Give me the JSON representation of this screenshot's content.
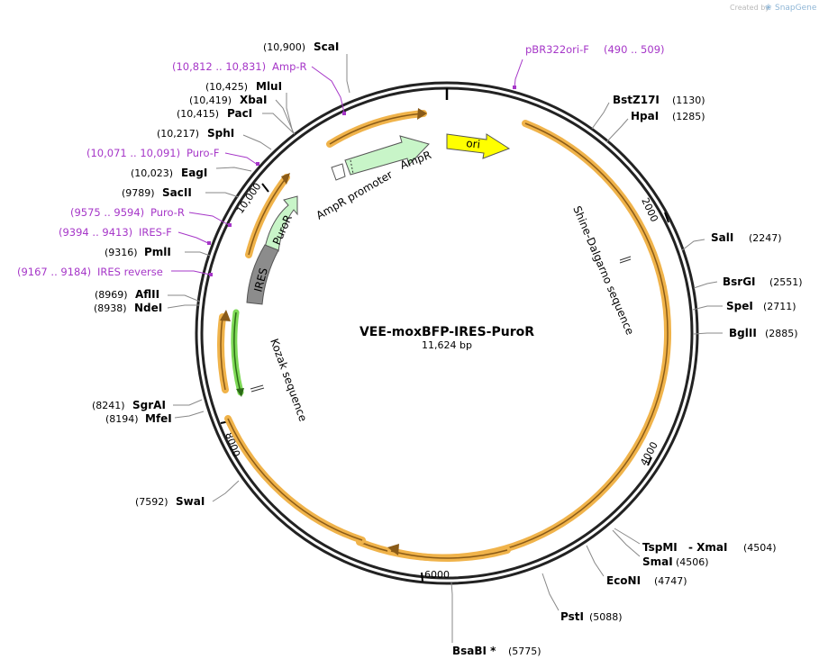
{
  "credit": {
    "prefix": "Created by",
    "brand": "SnapGene"
  },
  "plasmid": {
    "name": "VEE-moxBFP-IRES-PuroR",
    "size": "11,624 bp"
  },
  "ticks": [
    "2000",
    "4000",
    "6000",
    "8000",
    "10,000"
  ],
  "colors": {
    "orf": "#f0b34a",
    "ori": "#ffff00",
    "ampr": "#c8f5c8",
    "puror": "#c8f5c8",
    "ires": "#8c8c8c",
    "primer": "#a637c8",
    "green_orf": "#7ed957"
  },
  "features": {
    "ori": "ori",
    "ampr": "AmpR",
    "ampr_promoter": "AmpR promoter",
    "puror": "PuroR",
    "ires": "IRES",
    "shine_dalgarno": "Shine-Dalgarno sequence",
    "kozak": "Kozak sequence"
  },
  "enzymes": [
    {
      "name": "ScaI",
      "pos": "(10,900)"
    },
    {
      "name": "MluI",
      "pos": "(10,425)"
    },
    {
      "name": "XbaI",
      "pos": "(10,419)"
    },
    {
      "name": "PacI",
      "pos": "(10,415)"
    },
    {
      "name": "SphI",
      "pos": "(10,217)"
    },
    {
      "name": "EagI",
      "pos": "(10,023)"
    },
    {
      "name": "SacII",
      "pos": "(9789)"
    },
    {
      "name": "PmlI",
      "pos": "(9316)"
    },
    {
      "name": "AflII",
      "pos": "(8969)"
    },
    {
      "name": "NdeI",
      "pos": "(8938)"
    },
    {
      "name": "SgrAI",
      "pos": "(8241)"
    },
    {
      "name": "MfeI",
      "pos": "(8194)"
    },
    {
      "name": "SwaI",
      "pos": "(7592)"
    },
    {
      "name": "BsaBI *",
      "pos": "(5775)"
    },
    {
      "name": "PstI",
      "pos": "(5088)"
    },
    {
      "name": "EcoNI",
      "pos": "(4747)"
    },
    {
      "name": "SmaI",
      "pos": "(4506)"
    },
    {
      "name": "TspMI",
      "pos": ""
    },
    {
      "name": "- XmaI",
      "pos": "(4504)"
    },
    {
      "name": "BglII",
      "pos": "(2885)"
    },
    {
      "name": "SpeI",
      "pos": "(2711)"
    },
    {
      "name": "BsrGI",
      "pos": "(2551)"
    },
    {
      "name": "SalI",
      "pos": "(2247)"
    },
    {
      "name": "HpaI",
      "pos": "(1285)"
    },
    {
      "name": "BstZ17I",
      "pos": "(1130)"
    }
  ],
  "primers": [
    {
      "name": "pBR322ori-F",
      "range": "(490 .. 509)"
    },
    {
      "name": "Amp-R",
      "range": "(10,812 .. 10,831)"
    },
    {
      "name": "Puro-F",
      "range": "(10,071 .. 10,091)"
    },
    {
      "name": "Puro-R",
      "range": "(9575 .. 9594)"
    },
    {
      "name": "IRES-F",
      "range": "(9394 .. 9413)"
    },
    {
      "name": "IRES reverse",
      "range": "(9167 .. 9184)"
    }
  ]
}
